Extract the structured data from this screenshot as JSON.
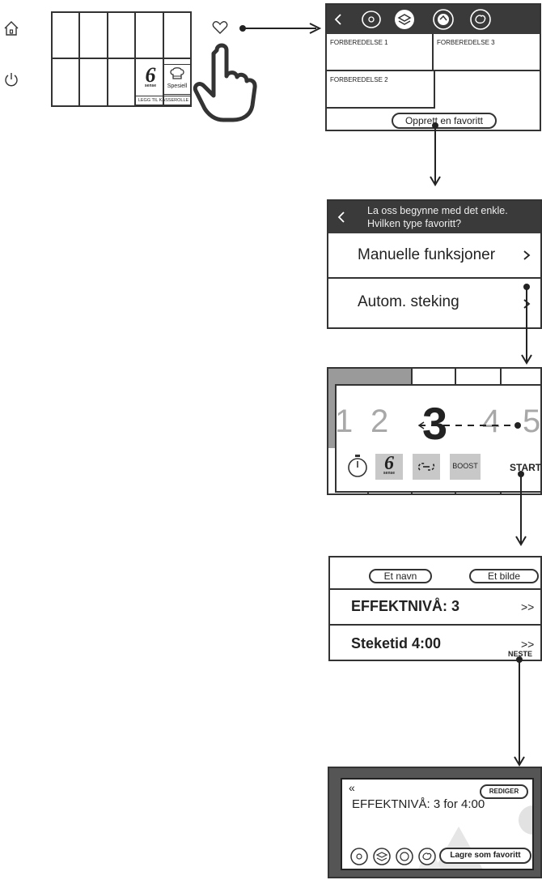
{
  "left_panel": {
    "home_icon": "home-icon",
    "power_icon": "power-icon",
    "sixth_sense_label": "6th sense",
    "special_label": "Spesiell",
    "add_casserole": "LEGG TIL KASSEROLLE"
  },
  "screen_favorites": {
    "slot1": "FORBEREDELSE 1",
    "slot2": "FORBEREDELSE 2",
    "slot3": "FORBEREDELSE 3",
    "create_button": "Opprett en favoritt"
  },
  "screen_type": {
    "prompt_line1": "La oss begynne med det enkle.",
    "prompt_line2": "Hvilken type favoritt?",
    "option1": "Manuelle funksjoner",
    "option2": "Autom. steking"
  },
  "screen_power": {
    "levels": [
      "1",
      "2",
      "3",
      "4",
      "5"
    ],
    "selected": "3",
    "boost_label": "BOOST",
    "start_label": "START",
    "dash": "-"
  },
  "screen_settings": {
    "name_button": "Et navn",
    "image_button": "Et bilde",
    "power_row": "EFFEKTNIVÅ: 3",
    "time_row": "Steketid 4:00",
    "chevrons": ">>",
    "next_label": "NESTE"
  },
  "screen_summary": {
    "back": "«",
    "edit_button": "REDIGER",
    "summary": "EFFEKTNIVÅ: 3 for 4:00",
    "save_button": "Lagre som favoritt"
  },
  "colors": {
    "dark": "#3a3a3a",
    "line": "#222222",
    "grey_text": "#a8a8a8"
  }
}
